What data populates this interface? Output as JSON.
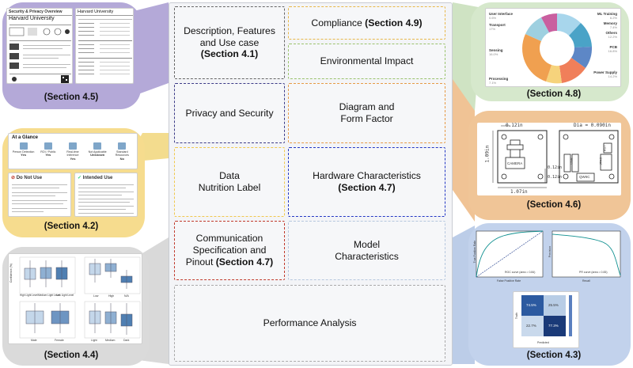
{
  "center_sections": [
    {
      "id": "desc",
      "line1": "Description, Features",
      "line2": "and Use case",
      "ref": "(Section 4.1)"
    },
    {
      "id": "compliance",
      "line1": "Compliance",
      "ref": "(Section 4.9)"
    },
    {
      "id": "env",
      "line1": "Environmental Impact"
    },
    {
      "id": "privacy",
      "line1": "Privacy and Security"
    },
    {
      "id": "diagram",
      "line1": "Diagram and",
      "line2": "Form Factor"
    },
    {
      "id": "data",
      "line1": "Data",
      "line2": "Nutrition Label"
    },
    {
      "id": "hardware",
      "line1": "Hardware Characteristics",
      "ref": "(Section 4.7)"
    },
    {
      "id": "comm",
      "line1": "Communication",
      "line2": "Specification and",
      "line3": "Pinout",
      "ref": "(Section 4.7)"
    },
    {
      "id": "model",
      "line1": "Model",
      "line2": "Characteristics"
    },
    {
      "id": "perf",
      "line1": "Performance Analysis"
    }
  ],
  "side_labels": {
    "s45": "(Section 4.5)",
    "s42": "(Section 4.2)",
    "s44": "(Section 4.4)",
    "s48": "(Section 4.8)",
    "s46": "(Section 4.6)",
    "s43": "(Section 4.3)"
  },
  "privacy_card": {
    "title": "Security & Privacy Overview",
    "org": "Harvard University",
    "org2": "Harvard University"
  },
  "glance": {
    "title": "At a Glance",
    "items": [
      "Person Detection",
      "ROI / Public",
      "Real-time Inference",
      "Not Applicable",
      "Standard Resources"
    ],
    "values": [
      "Yes",
      "Yes",
      "Yes",
      "Unknown",
      "No"
    ],
    "do_not_use": "Do Not Use",
    "intended_use": "Intended Use"
  },
  "hardware_card": {
    "dim_top": "0.12in",
    "dim_side": "1.09in",
    "dim_bottom": "1.07in",
    "dim_r1": "0.12in",
    "dim_r2": "0.12in",
    "camera": "CAMERA",
    "dia": "Dia = 0.090in",
    "rst": "RST",
    "usb": "USB",
    "qwiic": "QWIIC",
    "jtag": "JTAG"
  },
  "env_chart": {
    "categories": [
      "User Interface",
      "Transport",
      "Sensing",
      "Processing",
      "Power Supply",
      "PCB",
      "Others",
      "Memory",
      "ML Training"
    ],
    "subs": [
      "0.6%",
      "17%",
      "16.0%",
      "7.1%",
      "14.2%",
      "16.8%",
      "12.2%",
      "7.4%",
      "6.2%"
    ],
    "colors": {
      "light_blue": "#a8d6ec",
      "orange": "#f0a050"
    }
  },
  "perf_chart": {
    "roc_label": "ROC curve (area = 0.84)",
    "pr_label": "PR curve (area = 0.83)",
    "x_roc": "False Positive Rate",
    "y_roc": "True Positive Rate",
    "x_pr": "Recall",
    "y_pr": "Precision",
    "cm": [
      "74.5%",
      "25.5%",
      "22.7%",
      "77.3%"
    ],
    "cm_x": "Predicted",
    "cm_y": "Truth"
  },
  "box_chart": {
    "groups_top_left": [
      "High Light Level",
      "Medium Light Level",
      "Low Light Level"
    ],
    "groups_top_right": [
      "Low",
      "High",
      "N/A"
    ],
    "groups_bottom_left": [
      "Male",
      "Female"
    ],
    "groups_bottom_right": [
      "Light",
      "Medium",
      "Dark"
    ],
    "ylabel": "Confidence (%)"
  }
}
